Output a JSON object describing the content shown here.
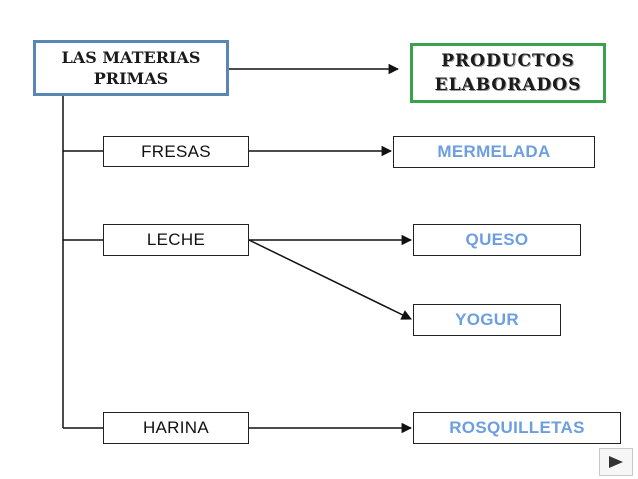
{
  "root": {
    "label": "LAS MATERIAS\nPRIMAS"
  },
  "products_header": {
    "label": "PRODUCTOS\nELABORADOS"
  },
  "materials": [
    {
      "label": "FRESAS",
      "products": [
        "MERMELADA"
      ]
    },
    {
      "label": "LECHE",
      "products": [
        "QUESO",
        "YOGUR"
      ]
    },
    {
      "label": "HARINA",
      "products": [
        "ROSQUILLETAS"
      ]
    }
  ],
  "navigation": {
    "next_icon": "play-triangle-icon"
  },
  "colors": {
    "root_border": "#5a86b4",
    "products_border": "#3aa24b",
    "product_text": "#6c9ee0",
    "line": "#111111"
  }
}
